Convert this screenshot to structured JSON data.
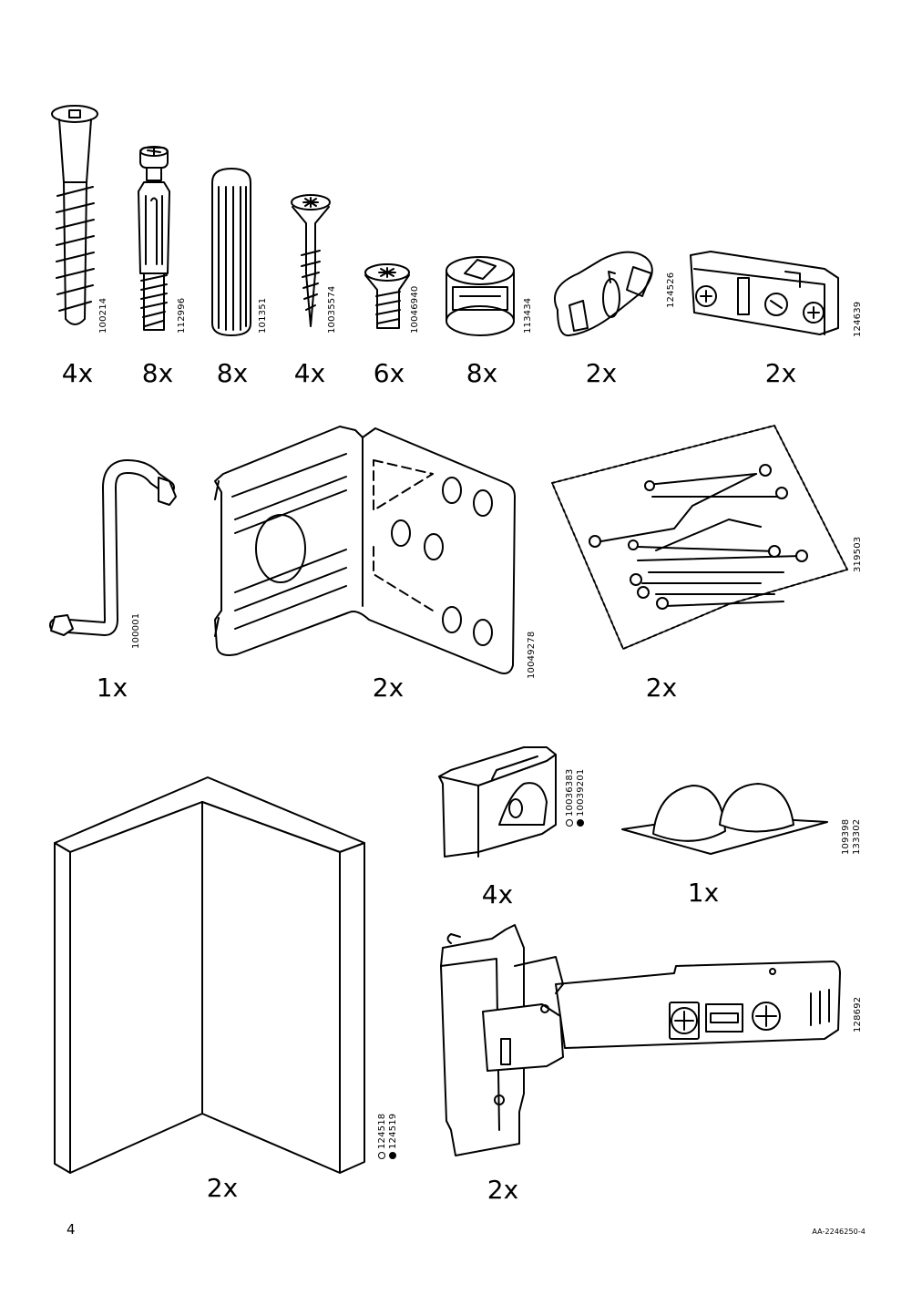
{
  "page_number": "4",
  "document_id": "AA-2246250-4",
  "parts": [
    {
      "name": "cam-bolt-screw",
      "codes": [
        "100214"
      ],
      "quantity": "4x"
    },
    {
      "name": "cam-pin",
      "codes": [
        "112996"
      ],
      "quantity": "8x"
    },
    {
      "name": "wooden-dowel",
      "codes": [
        "101351"
      ],
      "quantity": "8x"
    },
    {
      "name": "wood-screw",
      "codes": [
        "10035574"
      ],
      "quantity": "4x"
    },
    {
      "name": "short-screw",
      "codes": [
        "10046940"
      ],
      "quantity": "6x"
    },
    {
      "name": "cam-lock",
      "codes": [
        "113434"
      ],
      "quantity": "8x"
    },
    {
      "name": "plastic-clip",
      "codes": [
        "124526"
      ],
      "quantity": "2x"
    },
    {
      "name": "mounting-rail-bracket",
      "codes": [
        "124639"
      ],
      "quantity": "2x"
    },
    {
      "name": "allen-key",
      "codes": [
        "100001"
      ],
      "quantity": "1x"
    },
    {
      "name": "metal-angle-bracket",
      "codes": [
        "10049278"
      ],
      "quantity": "2x"
    },
    {
      "name": "bag-of-nails",
      "codes": [
        "319503"
      ],
      "quantity": "2x"
    },
    {
      "name": "corner-panel",
      "codes": [
        "124518",
        "124519"
      ],
      "quantity": "2x"
    },
    {
      "name": "hinge-cover-cap",
      "codes": [
        "10036383",
        "10039201"
      ],
      "quantity": "4x"
    },
    {
      "name": "bumper-pads",
      "codes": [
        "109398",
        "133302"
      ],
      "quantity": "1x"
    },
    {
      "name": "cabinet-hinge",
      "codes": [
        "128692"
      ],
      "quantity": "2x"
    }
  ],
  "colors": {
    "ink": "#000000",
    "paper": "#ffffff"
  },
  "finish_marks": [
    "open-circle",
    "filled-circle"
  ]
}
